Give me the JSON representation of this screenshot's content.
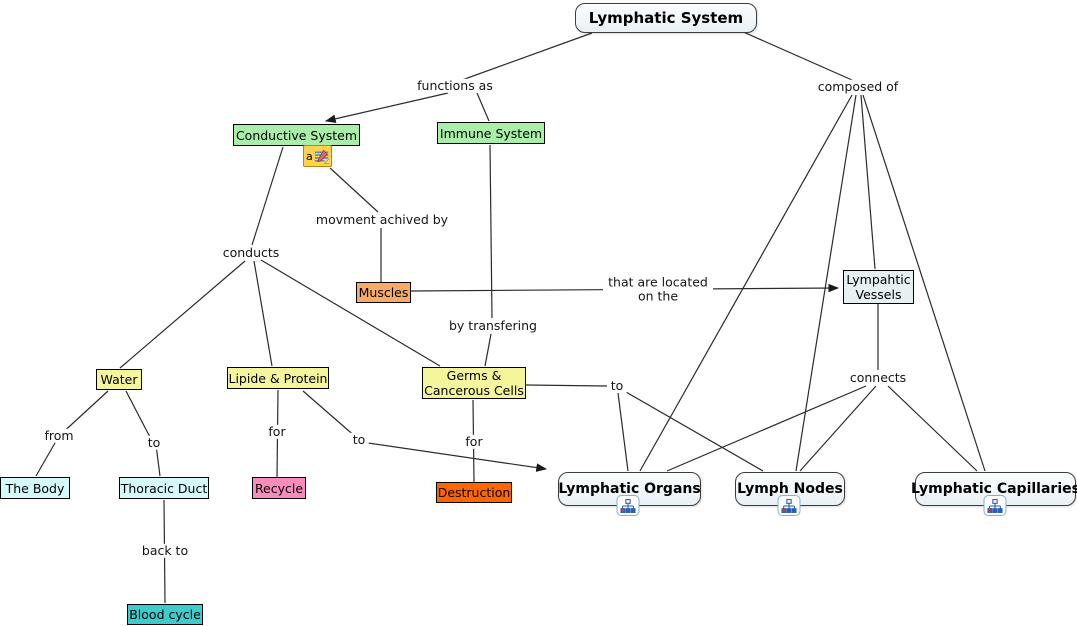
{
  "diagram": {
    "root": "Lymphatic System",
    "concepts": {
      "conductive_system": "Conductive System",
      "immune_system": "Immune System",
      "muscles": "Muscles",
      "lymphatic_vessels": "Lympahtic Vessels",
      "water": "Water",
      "lipide_protein": "Lipide & Protein",
      "germs_cancerous_cells": "Germs & Cancerous Cells",
      "the_body": "The Body",
      "thoracic_duct": "Thoracic Duct",
      "recycle": "Recycle",
      "destruction": "Destruction",
      "blood_cycle": "Blood cycle",
      "lymphatic_organs": "Lymphatic Organs",
      "lymph_nodes": "Lymph Nodes",
      "lymphatic_capillaries": "Lymphatic Capillaries"
    },
    "links": {
      "functions_as": "functions as",
      "composed_of": "composed of",
      "conducts": "conducts",
      "movement_achieved_by": "movment achived by",
      "located_on": "that are located on the",
      "by_transfering": "by transfering",
      "connects": "connects",
      "to_germs": "to",
      "from_water": "from",
      "to_water": "to",
      "for_lipide": "for",
      "to_lipide": "to",
      "for_germs": "for",
      "back_to": "back to"
    },
    "annotation": {
      "letter": "a"
    },
    "palette": {
      "green": "#a9efa9",
      "yellow": "#f5f59b",
      "orange": "#f6ac67",
      "vessels_fill": "#e7f0f2",
      "pale_cyan": "#d5fafa",
      "pink": "#fa8cbb",
      "red_orange": "#ff6600",
      "turquoise": "#3fcbcb"
    }
  }
}
